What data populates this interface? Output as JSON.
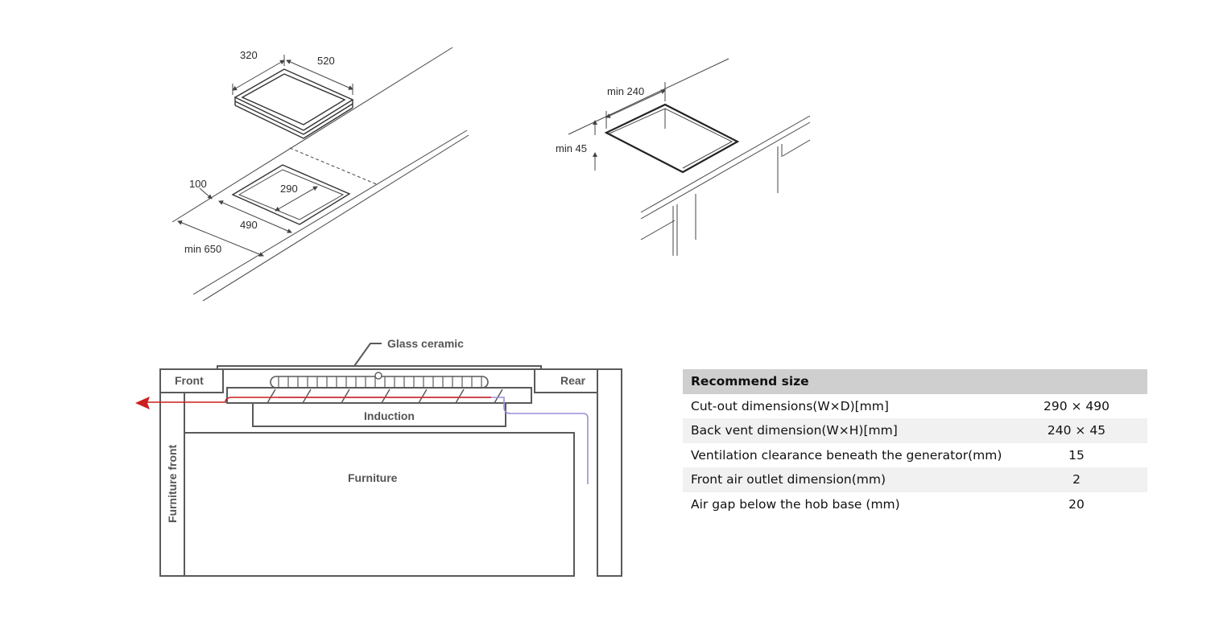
{
  "diagram_top_left": {
    "dims": {
      "w320": "320",
      "w520": "520",
      "w290": "290",
      "w490": "490",
      "w100": "100",
      "min650": "min 650"
    }
  },
  "diagram_top_right": {
    "dims": {
      "min240": "min 240",
      "min45": "min 45"
    }
  },
  "diagram_bottom": {
    "labels": {
      "glass_ceramic": "Glass ceramic",
      "front": "Front",
      "rear": "Rear",
      "induction": "Induction",
      "furniture": "Furniture",
      "furniture_front": "Furniture front"
    },
    "colors": {
      "exhaust_arrow": "#cc1f1f",
      "intake_line": "#9a8fd8"
    }
  },
  "spec_table": {
    "header": "Recommend size",
    "rows": [
      {
        "label": "Cut-out dimensions(W×D)[mm]",
        "value": "290 × 490"
      },
      {
        "label": "Back vent dimension(W×H)[mm]",
        "value": "240 × 45"
      },
      {
        "label": "Ventilation clearance beneath the generator(mm)",
        "value": "15"
      },
      {
        "label": "Front air outlet dimension(mm)",
        "value": "2"
      },
      {
        "label": "Air gap below the hob base (mm)",
        "value": "20"
      }
    ]
  }
}
